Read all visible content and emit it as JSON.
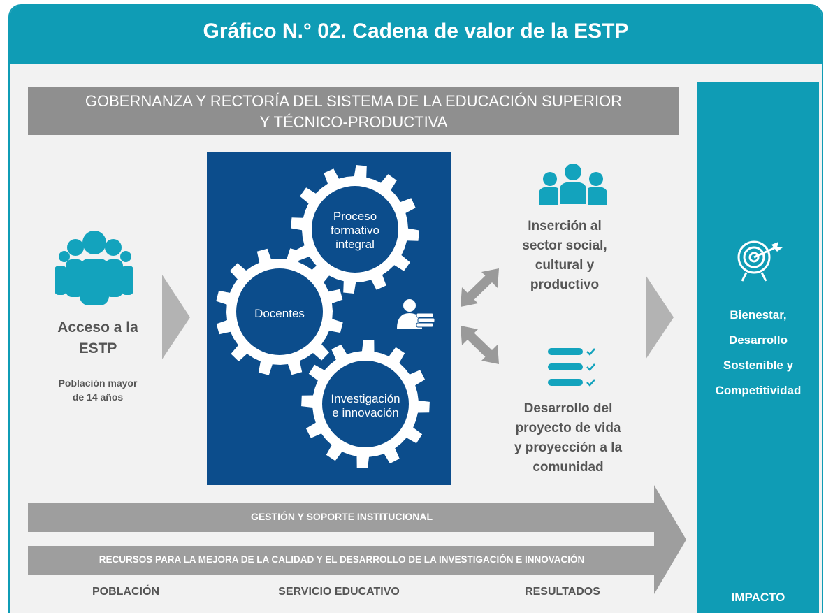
{
  "title": "Gráfico N.° 02. Cadena de valor de la ESTP",
  "governance": {
    "line1": "GOBERNANZA Y RECTORÍA DEL SISTEMA DE LA EDUCACIÓN SUPERIOR",
    "line2": "Y TÉCNICO-PRODUCTIVA"
  },
  "population": {
    "title_line1": "Acceso a la",
    "title_line2": "ESTP",
    "sub_line1": "Población mayor",
    "sub_line2": "de 14 años"
  },
  "service": {
    "gear_top": [
      "Proceso",
      "formativo",
      "integral"
    ],
    "gear_left": "Docentes",
    "gear_bottom": [
      "Investigación",
      "e innovación"
    ]
  },
  "results": {
    "insertion": [
      "Inserción al",
      "sector social,",
      "cultural y",
      "productivo"
    ],
    "project": [
      "Desarrollo del",
      "proyecto de vida",
      "y proyección a la",
      "comunidad"
    ]
  },
  "impact": {
    "lines": [
      "Bienestar,",
      "Desarrollo",
      "Sostenible y",
      "Competitividad"
    ],
    "label": "IMPACTO"
  },
  "bars": {
    "management": "GESTIÓN Y SOPORTE INSTITUCIONAL",
    "resources": "RECURSOS PARA LA MEJORA DE LA CALIDAD Y EL DESARROLLO DE LA INVESTIGACIÓN E INNOVACIÓN"
  },
  "columns": {
    "population": "POBLACIÓN",
    "service": "SERVICIO EDUCATIVO",
    "results": "RESULTADOS"
  },
  "colors": {
    "teal": "#0f9cb5",
    "navy": "#0c4d8c",
    "gray": "#8f8f8f",
    "text_gray": "#555555"
  },
  "icons": [
    "people-group-icon",
    "gear-icon",
    "teacher-icon",
    "business-team-icon",
    "checklist-icon",
    "target-icon",
    "double-arrow-icon"
  ]
}
